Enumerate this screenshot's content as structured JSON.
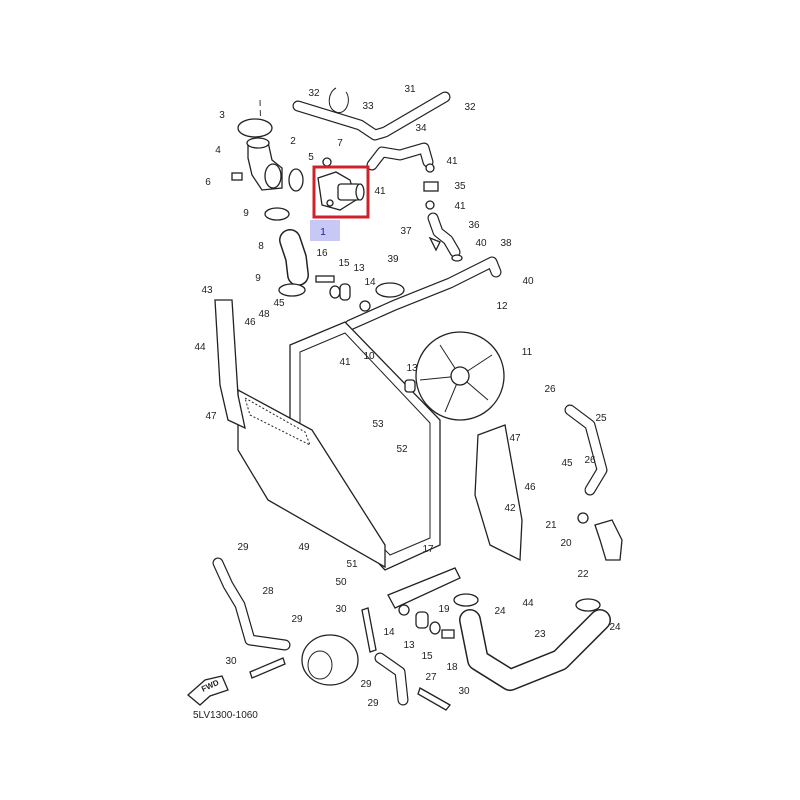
{
  "diagram": {
    "title_code": "5LV1300-1060",
    "fwd_label": "FWD",
    "selected_callout": "1",
    "highlight_color": "#c8c8f5",
    "selection_box_color": "#d0202a"
  },
  "callouts": [
    "32",
    "33",
    "31",
    "32",
    "3",
    "34",
    "7",
    "2",
    "4",
    "5",
    "41",
    "41",
    "35",
    "6",
    "41",
    "9",
    "1",
    "36",
    "37",
    "40",
    "38",
    "8",
    "16",
    "15",
    "13",
    "39",
    "40",
    "9",
    "14",
    "43",
    "45",
    "12",
    "48",
    "46",
    "11",
    "44",
    "41",
    "10",
    "13",
    "47",
    "26",
    "25",
    "53",
    "52",
    "47",
    "45",
    "26",
    "46",
    "42",
    "21",
    "49",
    "29",
    "20",
    "17",
    "51",
    "50",
    "22",
    "28",
    "44",
    "24",
    "30",
    "19",
    "29",
    "14",
    "24",
    "23",
    "13",
    "15",
    "18",
    "30",
    "27",
    "29",
    "30",
    "29"
  ]
}
